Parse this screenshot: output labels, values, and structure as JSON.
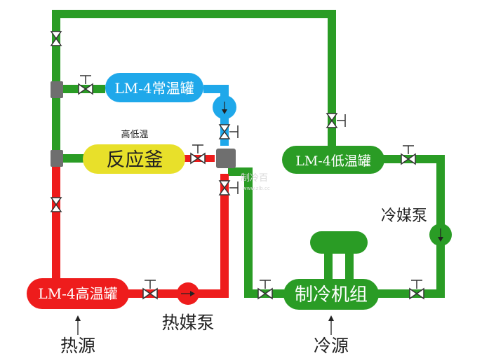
{
  "colors": {
    "green": "#2a9c25",
    "red": "#ee1c1c",
    "blue": "#1fa8ea",
    "yellow": "#e8e02a",
    "gray": "#6f6f6f",
    "valve": "#333333",
    "watermark": "#d9d9d9"
  },
  "labels": {
    "room_temp_tank": "LM-4常温罐",
    "reactor_caption": "高低温",
    "reactor": "反应釜",
    "low_temp_tank": "LM-4低温罐",
    "refrigerant_pump": "冷媒泵",
    "refrigeration_unit": "制冷机组",
    "high_temp_tank": "LM-4高温罐",
    "heat_pump": "热媒泵",
    "heat_source": "热源",
    "cold_source": "冷源",
    "watermark_main": "制冷百",
    "watermark_sub": "www.zlb.cc"
  }
}
